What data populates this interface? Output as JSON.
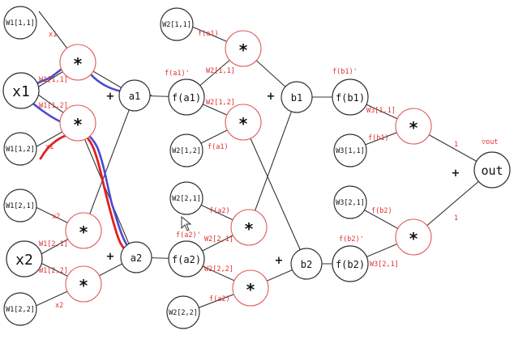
{
  "colors": {
    "node_stroke": "#333333",
    "mult_stroke": "#e06060",
    "annotation": "#e03030",
    "path_blue": "#4a4ad0",
    "path_red": "#e02020"
  },
  "nodes": {
    "w111": "W1[1,1]",
    "x1": "x1",
    "w112": "W1[1,2]",
    "w121": "W1[2,1]",
    "x2": "x2",
    "w122": "W1[2,2]",
    "a1": "a1",
    "a2": "a2",
    "fa1": "f(a1)",
    "fa2": "f(a2)",
    "w211": "W2[1,1]",
    "w212": "W2[1,2]",
    "w221": "W2[2,1]",
    "w222": "W2[2,2]",
    "b1": "b1",
    "b2": "b2",
    "fb1": "f(b1)",
    "fb2": "f(b2)",
    "w311": "W3[1,1]",
    "w321": "W3[2,1]",
    "out": "out"
  },
  "operators": {
    "mult": "*",
    "plus": "+"
  },
  "annotations": {
    "x1_top": "x1",
    "w111_mid": "W1[1,1]",
    "w112_mid": "W1[1,2]",
    "x1_bot": "x1",
    "x2_top": "x2",
    "w121_mid": "W1[2,1]",
    "w122_mid": "W1[2,2]",
    "x2_bot": "x2",
    "fa1_top": "f(a1)",
    "fa1_prime": "f(a1)'",
    "w211_mid": "W2[1,1]",
    "w212_mid": "W2[1,2]",
    "fa1_bot": "f(a1)",
    "fa2_top": "f(a2)",
    "fa2_prime": "f(a2)'",
    "w221_mid": "W2[2,1]",
    "w222_mid": "W2[2,2]",
    "fa2_bot": "f(a2)",
    "fb1_prime": "f(b1)'",
    "w311_mid": "W3[1,1]",
    "fb1_low": "f(b1)",
    "fb2_top": "f(b2)",
    "fb2_prime": "f(b2)'",
    "w321_mid": "W3[2,1]",
    "one_top": "1",
    "one_bot": "1",
    "grad_out": "▽out"
  }
}
